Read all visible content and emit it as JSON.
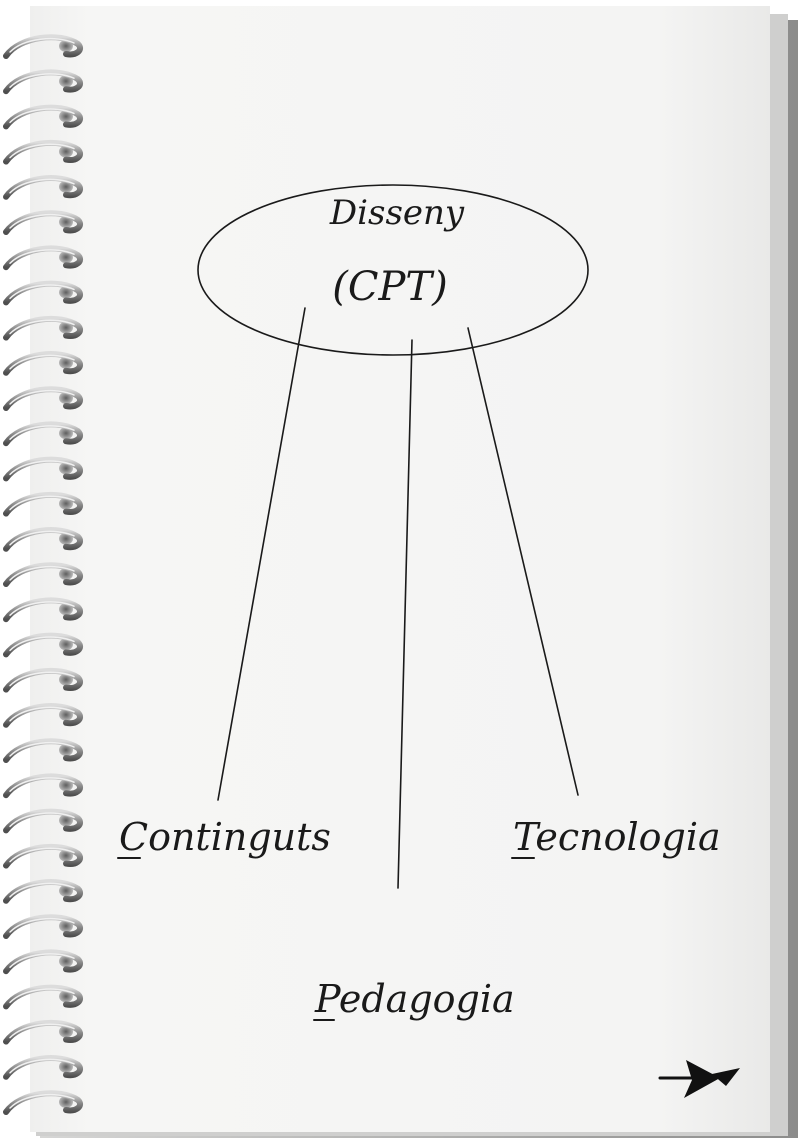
{
  "diagram": {
    "center": {
      "line1": "Disseny",
      "line2": "(CPT)"
    },
    "branches": [
      {
        "id": "continguts",
        "label": "Continguts"
      },
      {
        "id": "pedagogia",
        "label": "Pedagogia"
      },
      {
        "id": "tecnologia",
        "label": "Tecnologia"
      }
    ]
  },
  "colors": {
    "page": "#f4f4f3",
    "ink": "#1a1a1a",
    "coil": "#9a9a9a"
  },
  "icons": {
    "next": "arrow-right-icon"
  }
}
